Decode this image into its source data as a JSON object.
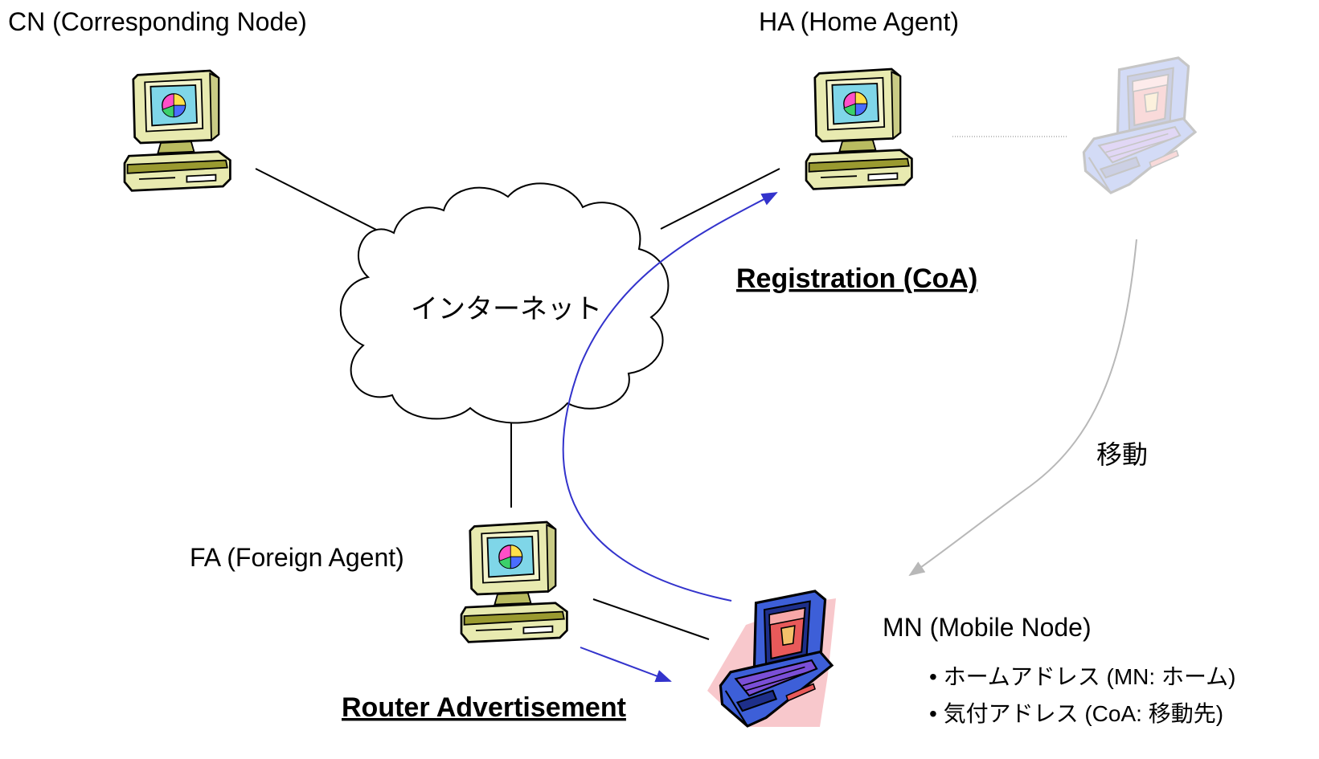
{
  "nodes": {
    "cn": {
      "label": "CN (Corresponding Node)"
    },
    "ha": {
      "label": "HA (Home Agent)"
    },
    "fa": {
      "label": "FA (Foreign Agent)"
    },
    "mn": {
      "label": "MN (Mobile Node)",
      "bullets": [
        "• ホームアドレス (MN: ホーム)",
        "• 気付アドレス (CoA: 移動先)"
      ]
    }
  },
  "cloud": {
    "label": "インターネット"
  },
  "messages": {
    "registration": "Registration (CoA)",
    "router_advertisement": "Router Advertisement"
  },
  "movement": {
    "label": "移動"
  },
  "colors": {
    "line": "#000000",
    "arrow_blue": "#3333cc",
    "arrow_gray": "#b8b8b8",
    "monitor_body": "#e8eab0",
    "monitor_base": "#9a9a30",
    "laptop_blue": "#3d5fd8",
    "laptop_screen": "#e85a5a",
    "highlight_pink": "#f8c8cc"
  }
}
